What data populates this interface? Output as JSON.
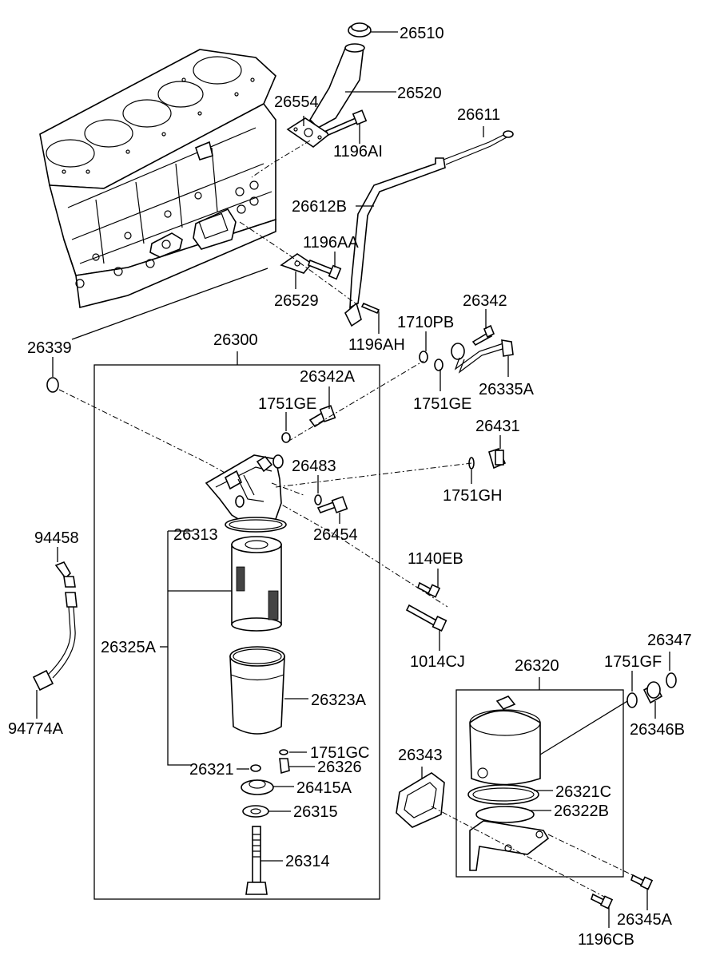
{
  "diagram": {
    "labels": {
      "p26510": "26510",
      "p26520": "26520",
      "p26554": "26554",
      "p1196AI": "1196AI",
      "p26611": "26611",
      "p26612B": "26612B",
      "p1196AA": "1196AA",
      "p26529": "26529",
      "p1196AH": "1196AH",
      "p26342": "26342",
      "p1710PB": "1710PB",
      "p26339": "26339",
      "p26300": "26300",
      "p26342A": "26342A",
      "p1751GE_a": "1751GE",
      "p1751GE_b": "1751GE",
      "p26335A": "26335A",
      "p26431": "26431",
      "p26483": "26483",
      "p1751GH": "1751GH",
      "p26454": "26454",
      "p94458": "94458",
      "p26313": "26313",
      "p1140EB": "1140EB",
      "p26325A": "26325A",
      "p1014CJ": "1014CJ",
      "p26347": "26347",
      "p26320": "26320",
      "p1751GF": "1751GF",
      "p26323A": "26323A",
      "p94774A": "94774A",
      "p26346B": "26346B",
      "p1751GC": "1751GC",
      "p26343": "26343",
      "p26321": "26321",
      "p26326": "26326",
      "p26415A": "26415A",
      "p26321C": "26321C",
      "p26315": "26315",
      "p26322B": "26322B",
      "p26314": "26314",
      "p26345A": "26345A",
      "p1196CB": "1196CB"
    }
  }
}
